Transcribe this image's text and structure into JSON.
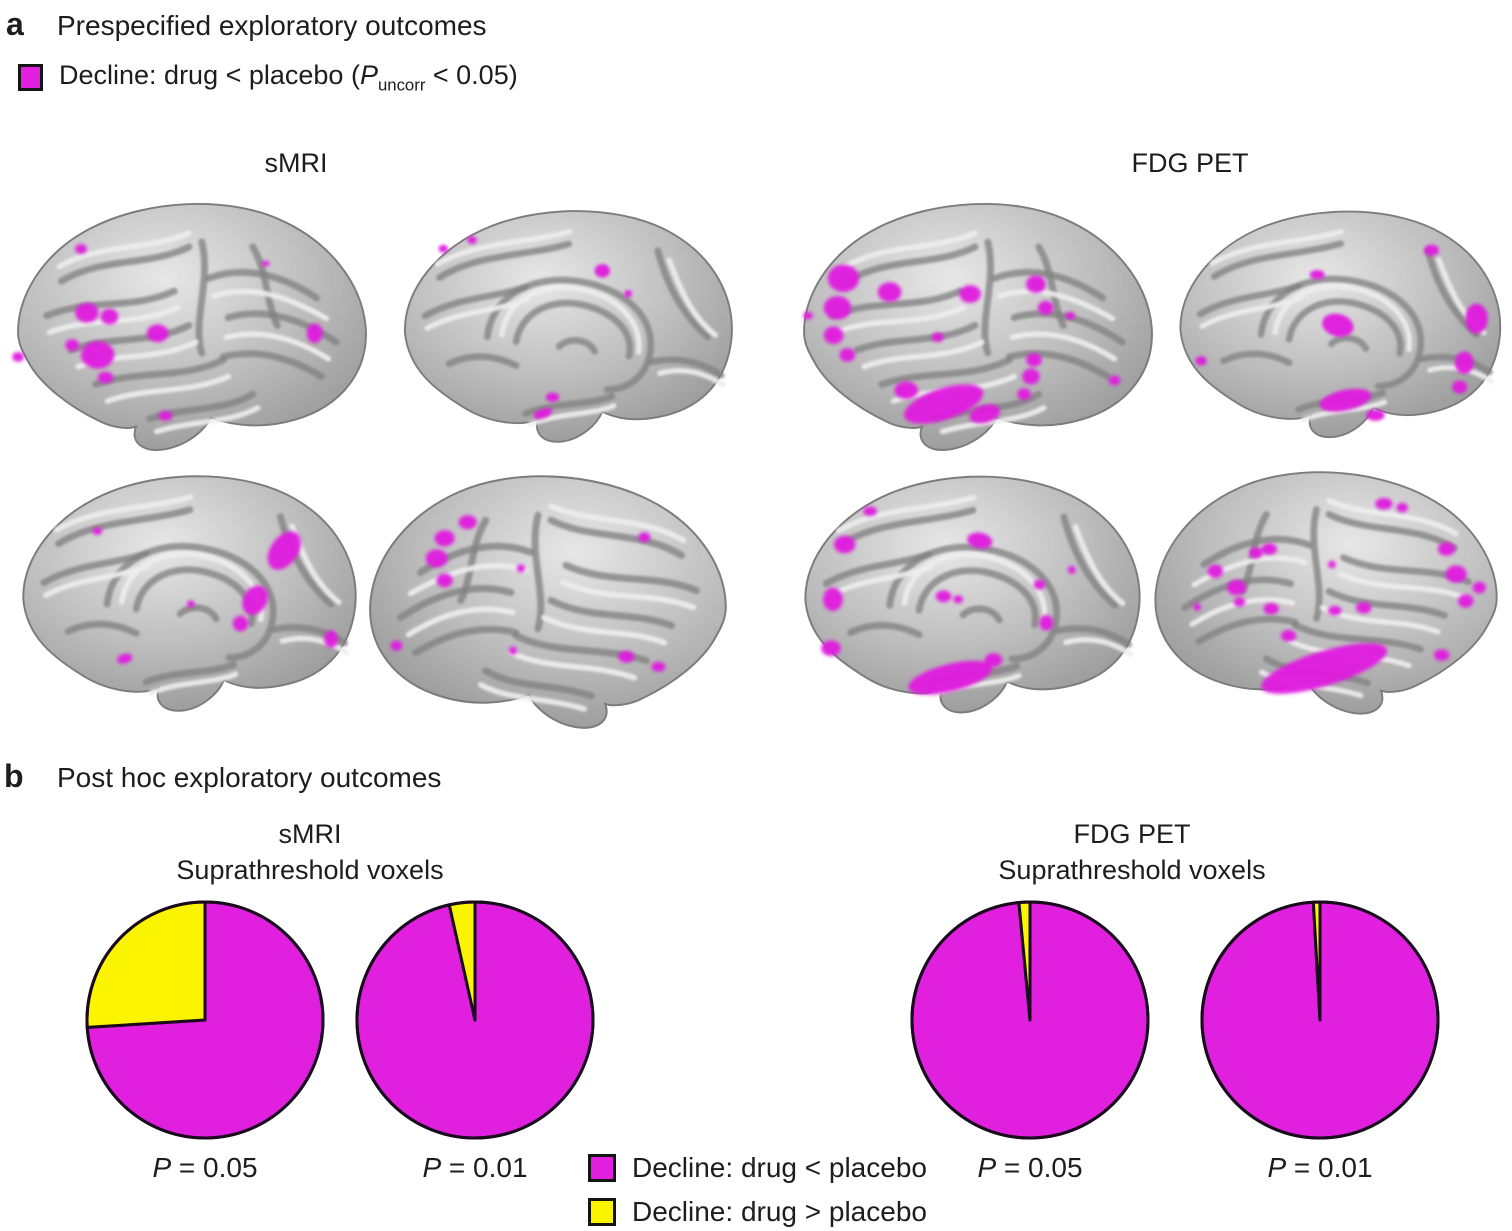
{
  "colors": {
    "magenta": "#E01FDF",
    "yellow": "#FBF400",
    "pie_stroke": "#1A0A1E",
    "text": "#1D1D1D"
  },
  "panel_a": {
    "label": "a",
    "title": "Prespecified exploratory outcomes",
    "legend": {
      "prefix": "Decline: drug < placebo (",
      "p_symbol": "P",
      "p_sub": "uncorr",
      "suffix": " < 0.05)"
    },
    "groups": [
      {
        "label": "sMRI"
      },
      {
        "label": "FDG PET"
      }
    ]
  },
  "panel_b": {
    "label": "b",
    "title": "Post hoc exploratory outcomes",
    "groups": [
      {
        "title": "sMRI",
        "subtitle": "Suprathreshold voxels"
      },
      {
        "title": "FDG PET",
        "subtitle": "Suprathreshold voxels"
      }
    ],
    "legend": [
      {
        "label": "Decline: drug < placebo",
        "color_key": "magenta"
      },
      {
        "label": "Decline: drug > placebo",
        "color_key": "yellow"
      }
    ]
  },
  "chart_data": [
    {
      "type": "pie",
      "group": "sMRI",
      "title": "Suprathreshold voxels",
      "p_symbol": "P",
      "p_rest": " = 0.05",
      "slices": [
        {
          "label": "Decline: drug < placebo",
          "color_key": "magenta",
          "percent": 74
        },
        {
          "label": "Decline: drug > placebo",
          "color_key": "yellow",
          "percent": 26
        }
      ]
    },
    {
      "type": "pie",
      "group": "sMRI",
      "title": "Suprathreshold voxels",
      "p_symbol": "P",
      "p_rest": " = 0.01",
      "slices": [
        {
          "label": "Decline: drug < placebo",
          "color_key": "magenta",
          "percent": 96.5
        },
        {
          "label": "Decline: drug > placebo",
          "color_key": "yellow",
          "percent": 3.5
        }
      ]
    },
    {
      "type": "pie",
      "group": "FDG PET",
      "title": "Suprathreshold voxels",
      "p_symbol": "P",
      "p_rest": " = 0.05",
      "slices": [
        {
          "label": "Decline: drug < placebo",
          "color_key": "magenta",
          "percent": 98.5
        },
        {
          "label": "Decline: drug > placebo",
          "color_key": "yellow",
          "percent": 1.5
        }
      ]
    },
    {
      "type": "pie",
      "group": "FDG PET",
      "title": "Suprathreshold voxels",
      "p_symbol": "P",
      "p_rest": " = 0.01",
      "slices": [
        {
          "label": "Decline: drug < placebo",
          "color_key": "magenta",
          "percent": 99.1
        },
        {
          "label": "Decline: drug > placebo",
          "color_key": "yellow",
          "percent": 0.9
        }
      ]
    }
  ]
}
